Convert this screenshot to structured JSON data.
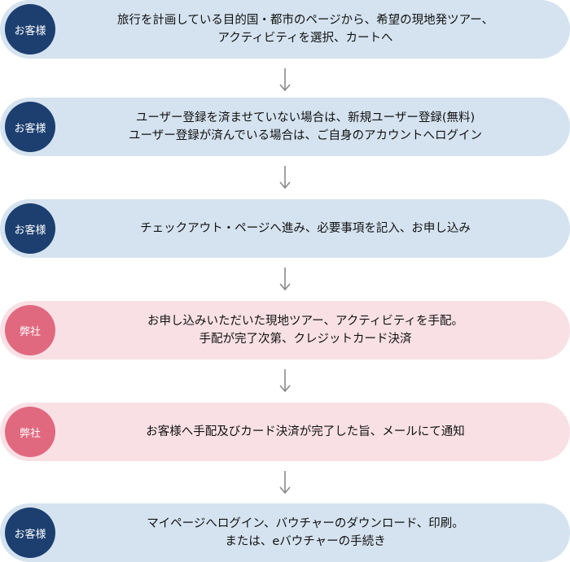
{
  "colors": {
    "customer_badge": "#1c3f70",
    "customer_bg": "#d5e3f0",
    "company_badge": "#e1697f",
    "company_bg": "#f8e0e5",
    "arrow": "#8a8a8a"
  },
  "steps": [
    {
      "actor": "お客様",
      "lines": [
        "旅行を計画している目的国・都市のページから、希望の現地発ツアー、",
        "アクティビティを選択、カートへ"
      ]
    },
    {
      "actor": "お客様",
      "lines": [
        "ユーザー登録を済ませていない場合は、新規ユーザー登録(無料)",
        "ユーザー登録が済んでいる場合は、ご自身のアカウントへログイン"
      ]
    },
    {
      "actor": "お客様",
      "lines": [
        "チェックアウト・ページへ進み、必要事項を記入、お申し込み"
      ]
    },
    {
      "actor": "弊社",
      "lines": [
        "お申し込みいただいた現地ツアー、アクティビティを手配。",
        "手配が完了次第、クレジットカード決済"
      ]
    },
    {
      "actor": "弊社",
      "lines": [
        "お客様へ手配及びカード決済が完了した旨、メールにて通知"
      ]
    },
    {
      "actor": "お客様",
      "lines": [
        "マイページへログイン、バウチャーのダウンロード、印刷。",
        "または、eバウチャーの手続き"
      ]
    }
  ]
}
